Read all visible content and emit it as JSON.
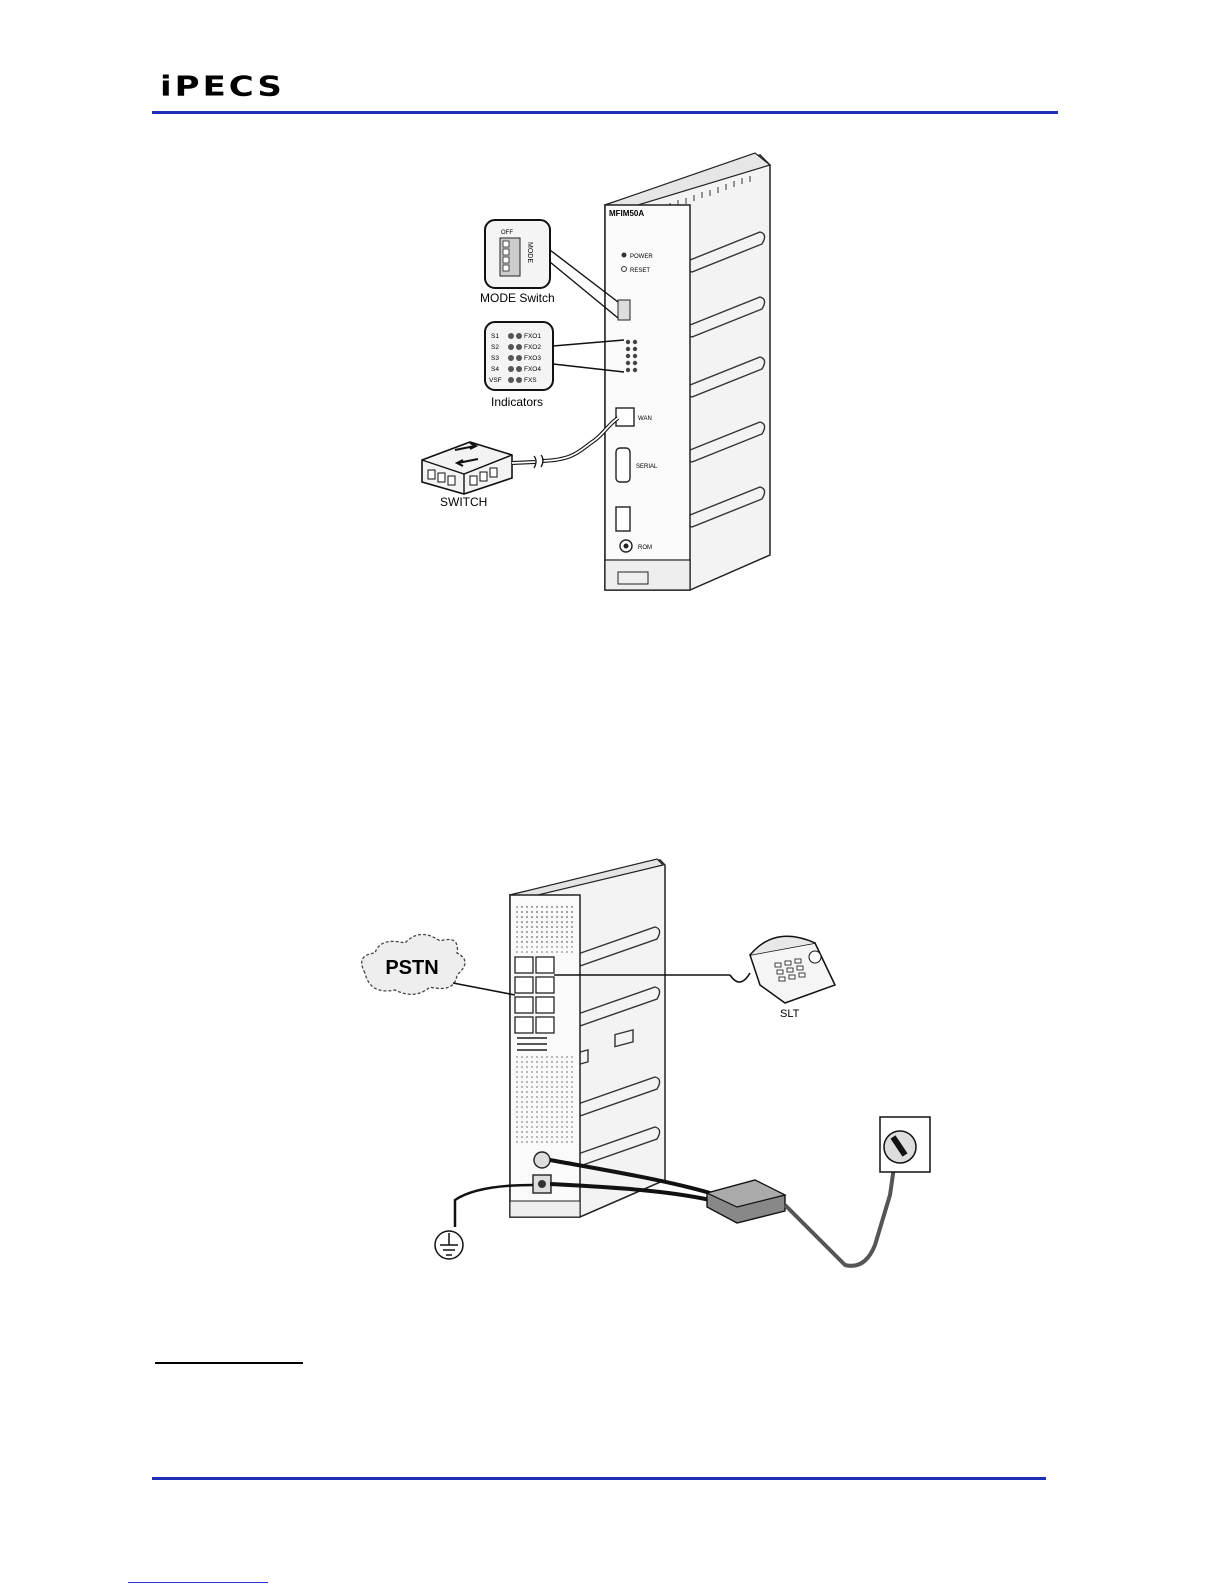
{
  "header": {
    "logo_text": "iPECS",
    "rule_color": "#1f2fb5"
  },
  "figure1": {
    "device_model": "MFIM50A",
    "labels": {
      "mode_switch": "MODE Switch",
      "indicators": "Indicators",
      "switch": "SWITCH",
      "power": "POWER",
      "reset": "RESET",
      "mode": "MODE",
      "off": "OFF",
      "wan": "WAN",
      "serial": "SERIAL",
      "rom": "ROM"
    },
    "indicator_rows": [
      {
        "left": "S1",
        "right": "FXO1"
      },
      {
        "left": "S2",
        "right": "FXO2"
      },
      {
        "left": "S3",
        "right": "FXO3"
      },
      {
        "left": "S4",
        "right": "FXO4"
      },
      {
        "left": "VSF",
        "right": "FXS"
      }
    ]
  },
  "figure2": {
    "labels": {
      "pstn": "PSTN",
      "slt": "SLT"
    }
  },
  "footer": {
    "rule_color": "#1f2fb5"
  }
}
